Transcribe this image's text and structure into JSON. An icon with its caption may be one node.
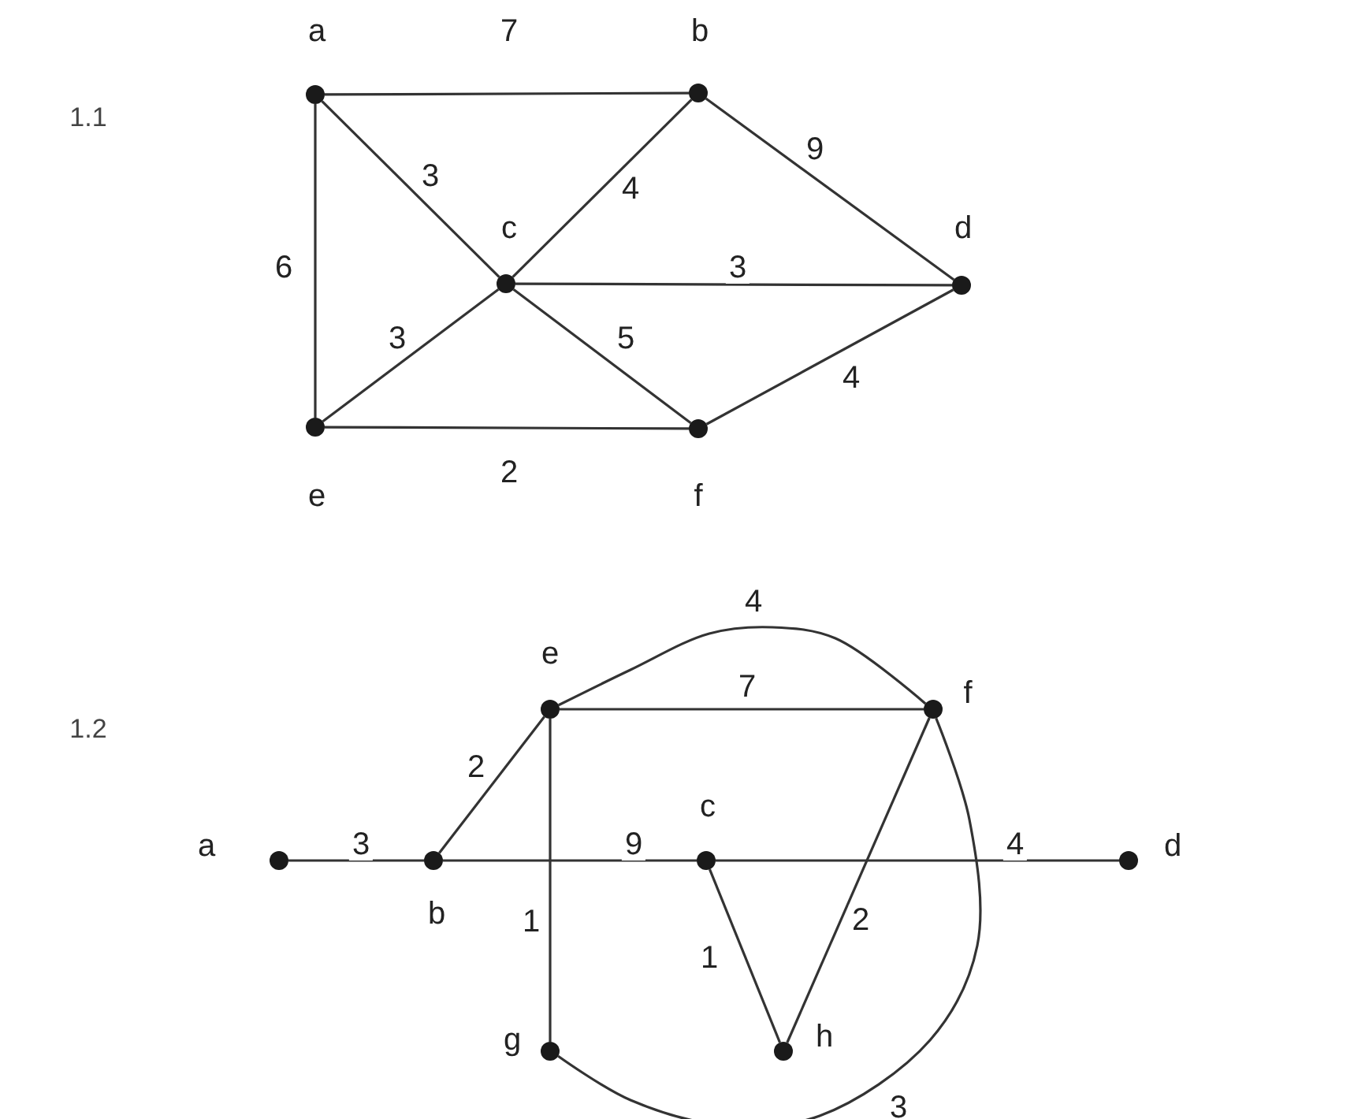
{
  "diagram": {
    "nodes": [
      {
        "text": [
          "a"
        ]
      },
      {
        "text": [
          "b"
        ]
      },
      {
        "text": [
          "c"
        ]
      },
      {
        "text": [
          "d"
        ]
      },
      {
        "text": [
          "e"
        ]
      },
      {
        "text": [
          "f"
        ]
      },
      {
        "text": [
          "a"
        ]
      },
      {
        "text": [
          "b"
        ]
      },
      {
        "text": [
          "c"
        ]
      },
      {
        "text": [
          "d"
        ]
      },
      {
        "text": [
          "e"
        ]
      },
      {
        "text": [
          "f"
        ]
      },
      {
        "text": [
          "g"
        ]
      },
      {
        "text": [
          "h"
        ]
      }
    ],
    "edges": [
      {
        "from": 0,
        "to": 1,
        "arrow": "none",
        "label": "7"
      },
      {
        "from": 0,
        "to": 2,
        "arrow": "none",
        "label": "3"
      },
      {
        "from": 0,
        "to": 4,
        "arrow": "none",
        "label": "6"
      },
      {
        "from": 1,
        "to": 2,
        "arrow": "none",
        "label": "4"
      },
      {
        "from": 1,
        "to": 3,
        "arrow": "none",
        "label": "9"
      },
      {
        "from": 2,
        "to": 3,
        "arrow": "none",
        "label": "3"
      },
      {
        "from": 2,
        "to": 4,
        "arrow": "none",
        "label": "3"
      },
      {
        "from": 2,
        "to": 5,
        "arrow": "none",
        "label": "5"
      },
      {
        "from": 3,
        "to": 5,
        "arrow": "none",
        "label": "4"
      },
      {
        "from": 4,
        "to": 5,
        "arrow": "none",
        "label": "2"
      },
      {
        "from": 6,
        "to": 7,
        "arrow": "none",
        "label": "3"
      },
      {
        "from": 7,
        "to": 10,
        "arrow": "none",
        "label": "2"
      },
      {
        "from": 7,
        "to": 8,
        "arrow": "none",
        "label": "9"
      },
      {
        "from": 8,
        "to": 9,
        "arrow": "none",
        "label": "4"
      },
      {
        "from": 10,
        "to": 11,
        "arrow": "none",
        "label": "4"
      },
      {
        "from": 10,
        "to": 11,
        "arrow": "none",
        "label": "7"
      },
      {
        "from": 10,
        "to": 12,
        "arrow": "none",
        "label": "1"
      },
      {
        "from": 8,
        "to": 13,
        "arrow": "none",
        "label": "1"
      },
      {
        "from": 11,
        "to": 13,
        "arrow": "none",
        "label": "2"
      },
      {
        "from": 11,
        "to": 12,
        "arrow": "none",
        "label": "3"
      }
    ],
    "labels": [
      "1.1",
      "1.2"
    ]
  }
}
